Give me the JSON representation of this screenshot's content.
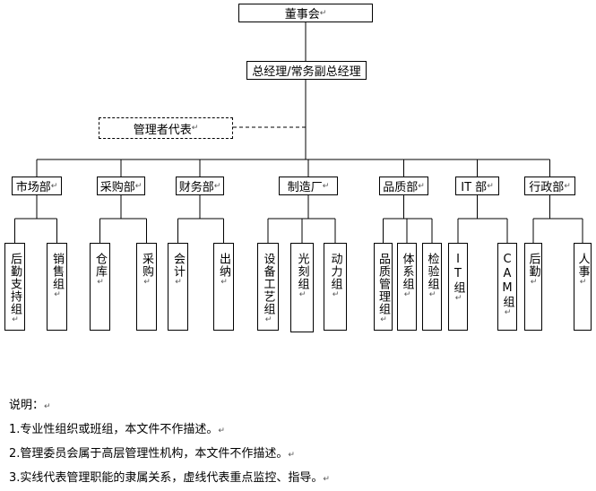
{
  "board": "董事会",
  "gm": "总经理/常务副总经理",
  "rep": "管理者代表",
  "mark": "↵",
  "departments": [
    {
      "name": "市场部",
      "groups": [
        "后勤支持组",
        "销售组"
      ]
    },
    {
      "name": "采购部",
      "groups": [
        "仓库",
        "采购"
      ]
    },
    {
      "name": "财务部",
      "groups": [
        "会计",
        "出纳"
      ]
    },
    {
      "name": "制造厂",
      "groups": [
        "设备工艺组",
        "光刻组",
        "动力组"
      ]
    },
    {
      "name": "品质部",
      "groups": [
        "品质管理组",
        "体系组",
        "检验组"
      ]
    },
    {
      "name": "IT 部",
      "groups": [
        "IT组",
        "CAM组"
      ]
    },
    {
      "name": "行政部",
      "groups": [
        "后勤",
        "人事"
      ]
    }
  ],
  "notes": {
    "title": "说明：",
    "items": [
      "1.专业性组织或班组，本文件不作描述。",
      "2.管理委员会属于高层管理性机构，本文件不作描述。",
      "3.实线代表管理职能的隶属关系，虚线代表重点监控、指导。"
    ]
  }
}
